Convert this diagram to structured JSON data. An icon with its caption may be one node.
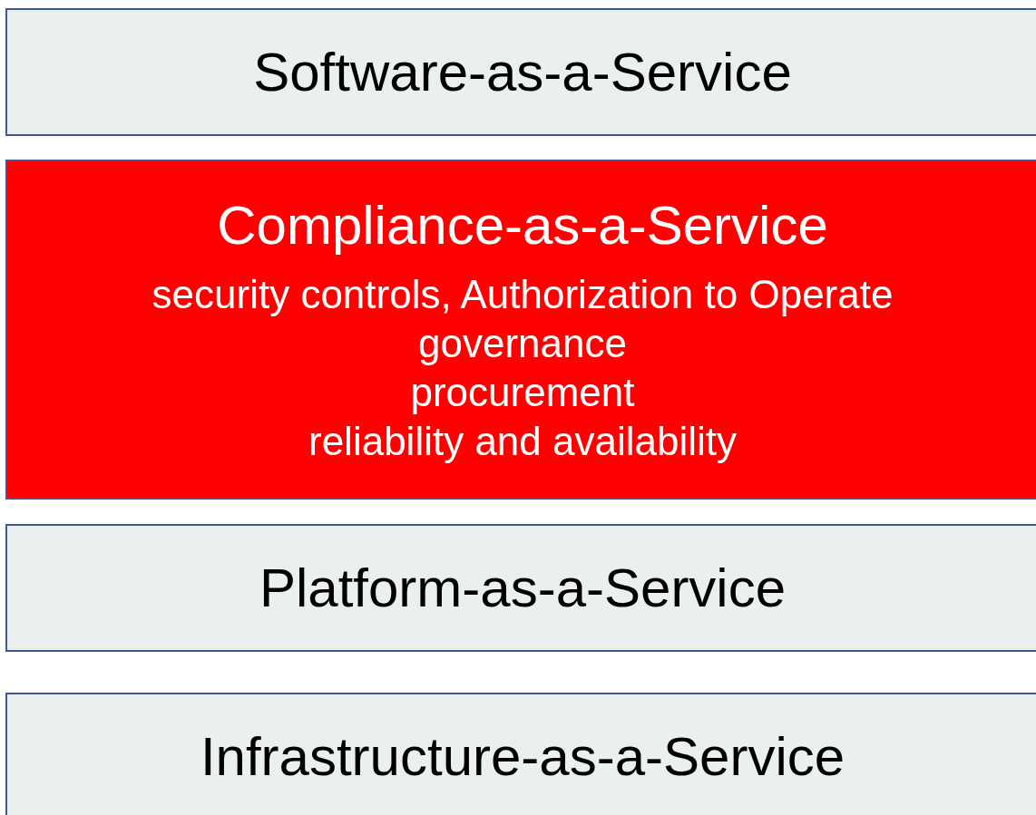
{
  "diagram": {
    "nodes": [
      {
        "text": [
          "Software-as-a-Service"
        ]
      },
      {
        "text": [
          "Compliance-as-a-Service",
          "security controls, Authorization to Operate",
          "governance",
          "procurement",
          "reliability and availability"
        ]
      },
      {
        "text": [
          "Platform-as-a-Service"
        ]
      },
      {
        "text": [
          "Infrastructure-as-a-Service"
        ]
      }
    ]
  }
}
